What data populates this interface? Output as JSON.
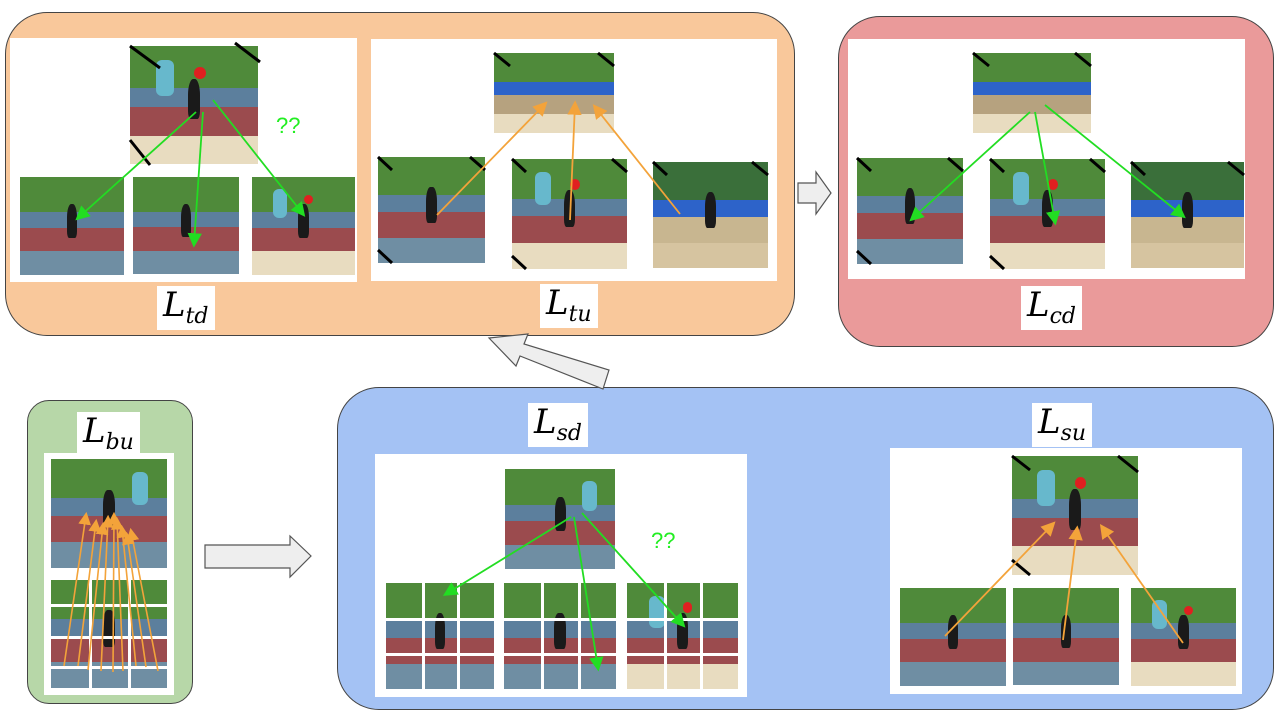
{
  "labels": {
    "td": {
      "main": "L",
      "sub": "td"
    },
    "tu": {
      "main": "L",
      "sub": "tu"
    },
    "cd": {
      "main": "L",
      "sub": "cd"
    },
    "bu": {
      "main": "L",
      "sub": "bu"
    },
    "sd": {
      "main": "L",
      "sub": "sd"
    },
    "su": {
      "main": "L",
      "sub": "su"
    }
  },
  "question_marks": {
    "td": "??",
    "sd": "??"
  },
  "colors": {
    "temporal_panel": "#f9c89b",
    "contrastive_panel": "#ea9a9a",
    "baseline_panel": "#b7d7a8",
    "spatial_panel": "#a4c2f4",
    "down_arrow": "#22dd22",
    "up_arrow": "#f3a33a",
    "flow_arrow_fill": "#eeeeee"
  },
  "icons": {
    "flow": "right-arrow-icon",
    "flow_up": "up-left-arrow-icon"
  }
}
